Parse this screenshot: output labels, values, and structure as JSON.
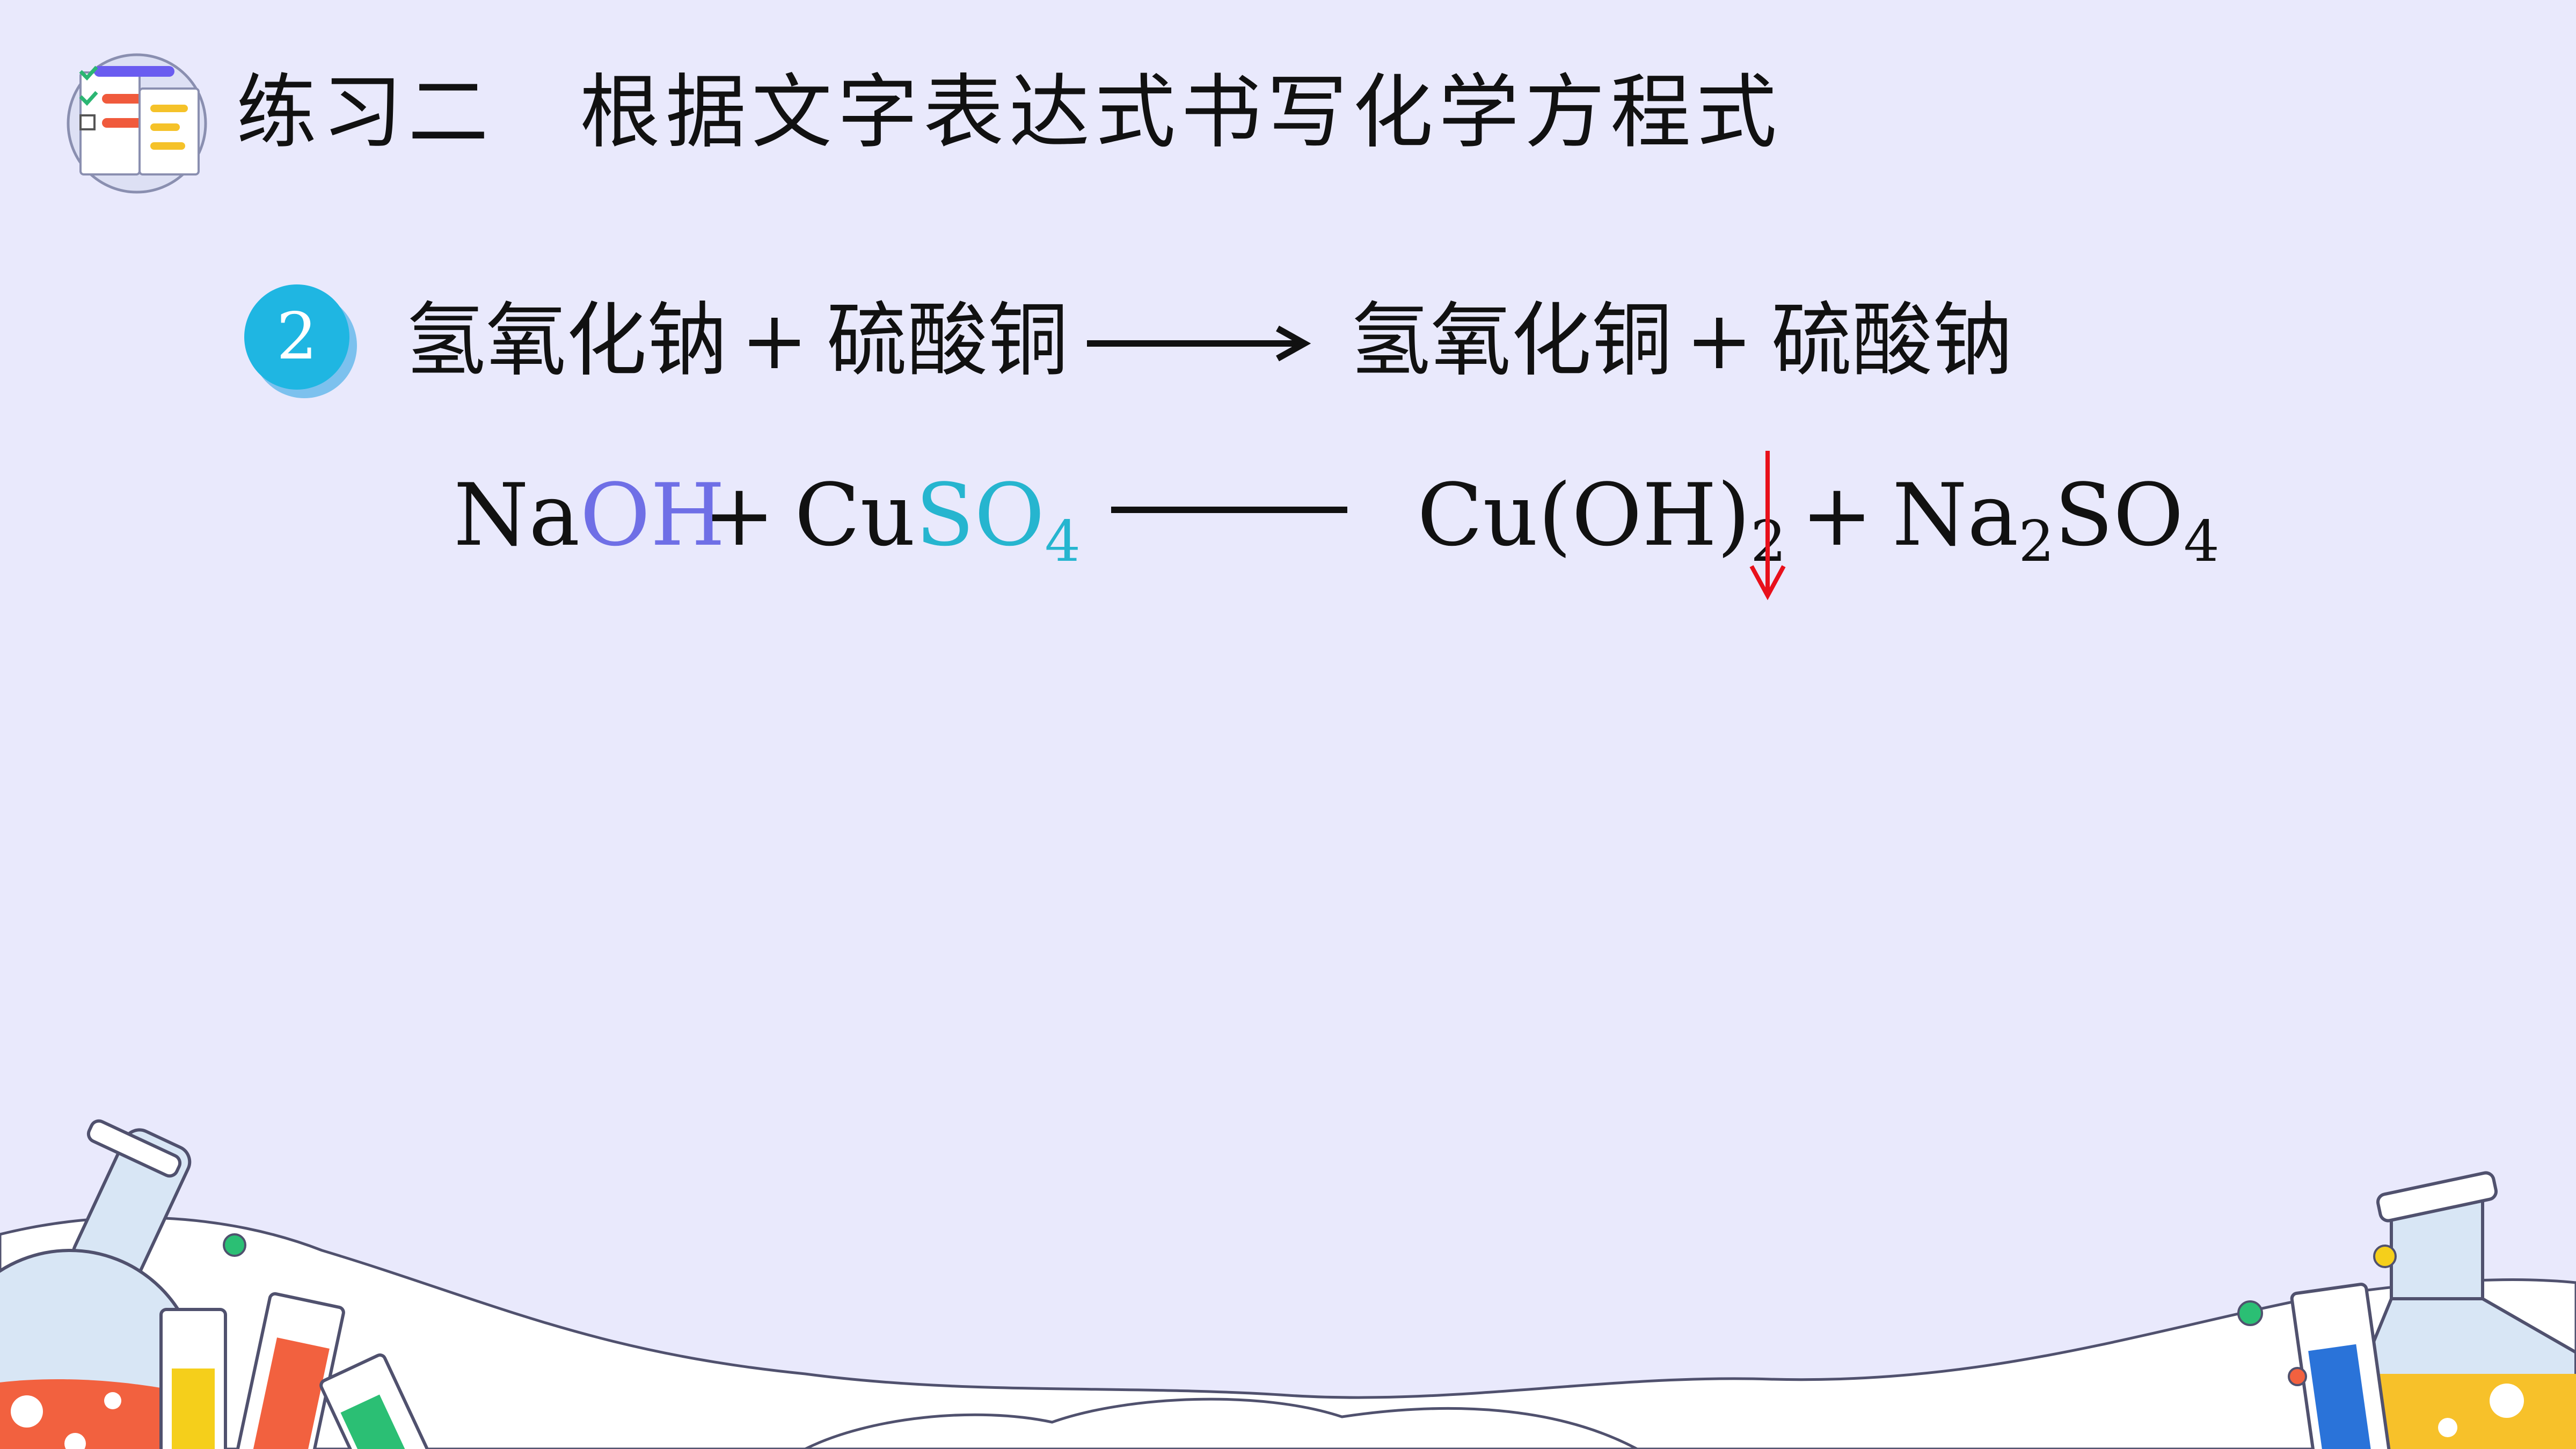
{
  "title": {
    "prefix": "练习二",
    "text": "根据文字表达式书写化学方程式",
    "icon": "checklist-icon"
  },
  "question": {
    "number": "2",
    "reactants_words": [
      "氢氧化钠",
      "硫酸铜"
    ],
    "products_words": [
      "氢氧化铜",
      "硫酸钠"
    ],
    "plus": "+",
    "formula": {
      "reactant1_a": "Na",
      "reactant1_b": "OH",
      "reactant2_a": "Cu",
      "reactant2_b": "SO",
      "reactant2_sub": "4",
      "product1_a": "Cu(OH)",
      "product1_sub": "2",
      "product2_a": "Na",
      "product2_sub1": "2",
      "product2_b": "SO",
      "product2_sub2": "4"
    }
  },
  "colors": {
    "background": "#e9e9fc",
    "highlight_blue": "#6f6fe6",
    "highlight_teal": "#26b5cf",
    "precipitate_arrow": "#e8101b",
    "badge": "#1fb6e2"
  }
}
